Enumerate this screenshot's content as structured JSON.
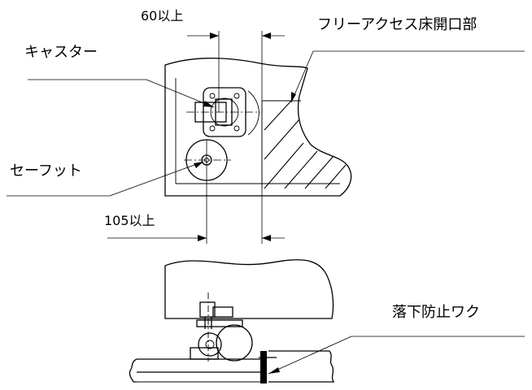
{
  "labels": {
    "dim_top": "60以上",
    "dim_bottom": "105以上",
    "caster": "キャスター",
    "safe_foot": "セーフット",
    "floor_opening": "フリーアクセス床開口部",
    "fall_stop": "落下防止ワク"
  }
}
